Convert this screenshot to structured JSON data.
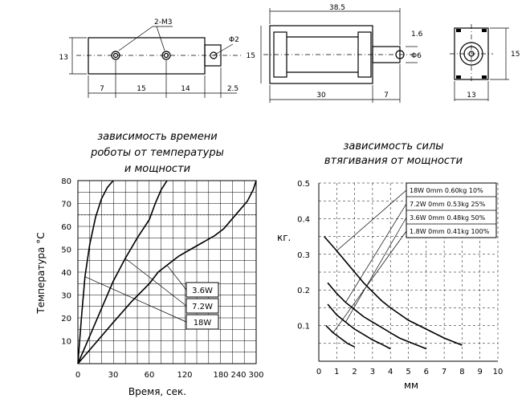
{
  "drawing": {
    "left_view": {
      "top_label": "2-M3",
      "diam_label": "Φ2",
      "height_dim": "13",
      "dims": [
        "7",
        "15",
        "14",
        "2.5"
      ]
    },
    "mid_view": {
      "top_dim": "38.5",
      "right_dims": [
        "1.6",
        "Φ6"
      ],
      "left_dim": "15",
      "bottom_dims": [
        "30",
        "7"
      ]
    },
    "right_view": {
      "right_dim": "15",
      "bottom_dim": "13"
    }
  },
  "chart_data": [
    {
      "type": "line",
      "title": [
        "зависимость времени",
        "роботы от температуры",
        "и мощности"
      ],
      "xlabel": "Время, сек.",
      "ylabel": "Температура °С",
      "x_ticks": [
        "0",
        "30",
        "60",
        "120",
        "180",
        "240",
        "300"
      ],
      "y_ticks": [
        "10",
        "20",
        "30",
        "40",
        "50",
        "60",
        "70",
        "80"
      ],
      "ylim": [
        0,
        80
      ],
      "reference_line_y": 65,
      "series": [
        {
          "name": "18W",
          "x": [
            0,
            3,
            6,
            10,
            15,
            20,
            25,
            30
          ],
          "y": [
            0,
            20,
            38,
            52,
            64,
            72,
            77,
            80
          ]
        },
        {
          "name": "7.2W",
          "x": [
            0,
            10,
            20,
            30,
            40,
            50,
            60,
            70,
            80,
            90
          ],
          "y": [
            0,
            12,
            24,
            36,
            46,
            55,
            63,
            70,
            76,
            80
          ]
        },
        {
          "name": "3.6W",
          "x": [
            0,
            15,
            30,
            45,
            60,
            75,
            90,
            110,
            130,
            150,
            170,
            190,
            210,
            230,
            250,
            270,
            290,
            300
          ],
          "y": [
            0,
            9,
            18,
            27,
            35,
            40,
            43,
            47,
            50,
            53,
            56,
            59,
            62,
            65,
            68,
            71,
            76,
            80
          ]
        }
      ],
      "legend": [
        "3.6W",
        "7.2W",
        "18W"
      ]
    },
    {
      "type": "line",
      "title": [
        "зависимость силы",
        "втягивания от мощности"
      ],
      "xlabel": "мм",
      "ylabel": "кг.",
      "x_ticks": [
        "0",
        "1",
        "2",
        "3",
        "4",
        "5",
        "6",
        "7",
        "8",
        "9",
        "10"
      ],
      "y_ticks": [
        "0.1",
        "0.2",
        "0.3",
        "0.4",
        "0.5"
      ],
      "xlim": [
        0,
        10
      ],
      "ylim": [
        0,
        0.5
      ],
      "series": [
        {
          "name": "18W 0mm 0.60kg 10%",
          "x": [
            0.3,
            1,
            1.5,
            2,
            2.5,
            3,
            3.5,
            4,
            5,
            6,
            7,
            8
          ],
          "y": [
            0.35,
            0.31,
            0.28,
            0.25,
            0.22,
            0.195,
            0.17,
            0.15,
            0.115,
            0.09,
            0.065,
            0.045
          ]
        },
        {
          "name": "7.2W 0mm 0.53kg 25%",
          "x": [
            0.5,
            1,
            1.5,
            2,
            2.5,
            3,
            3.5,
            4,
            4.5,
            5,
            5.5,
            6
          ],
          "y": [
            0.22,
            0.19,
            0.165,
            0.145,
            0.125,
            0.11,
            0.095,
            0.08,
            0.065,
            0.055,
            0.045,
            0.035
          ]
        },
        {
          "name": "3.6W 0mm 0.48kg 50%",
          "x": [
            0.5,
            1,
            1.5,
            2,
            2.5,
            3,
            3.5,
            4
          ],
          "y": [
            0.16,
            0.13,
            0.11,
            0.09,
            0.075,
            0.06,
            0.048,
            0.035
          ]
        },
        {
          "name": "1.8W 0mm 0.41kg 100%",
          "x": [
            0.4,
            0.8,
            1.2,
            1.6,
            2
          ],
          "y": [
            0.1,
            0.08,
            0.065,
            0.05,
            0.04
          ]
        }
      ],
      "legend": [
        "18W 0mm 0.60kg 10%",
        "7.2W 0mm 0.53kg 25%",
        "3.6W 0mm 0.48kg 50%",
        "1.8W 0mm 0.41kg 100%"
      ]
    }
  ]
}
